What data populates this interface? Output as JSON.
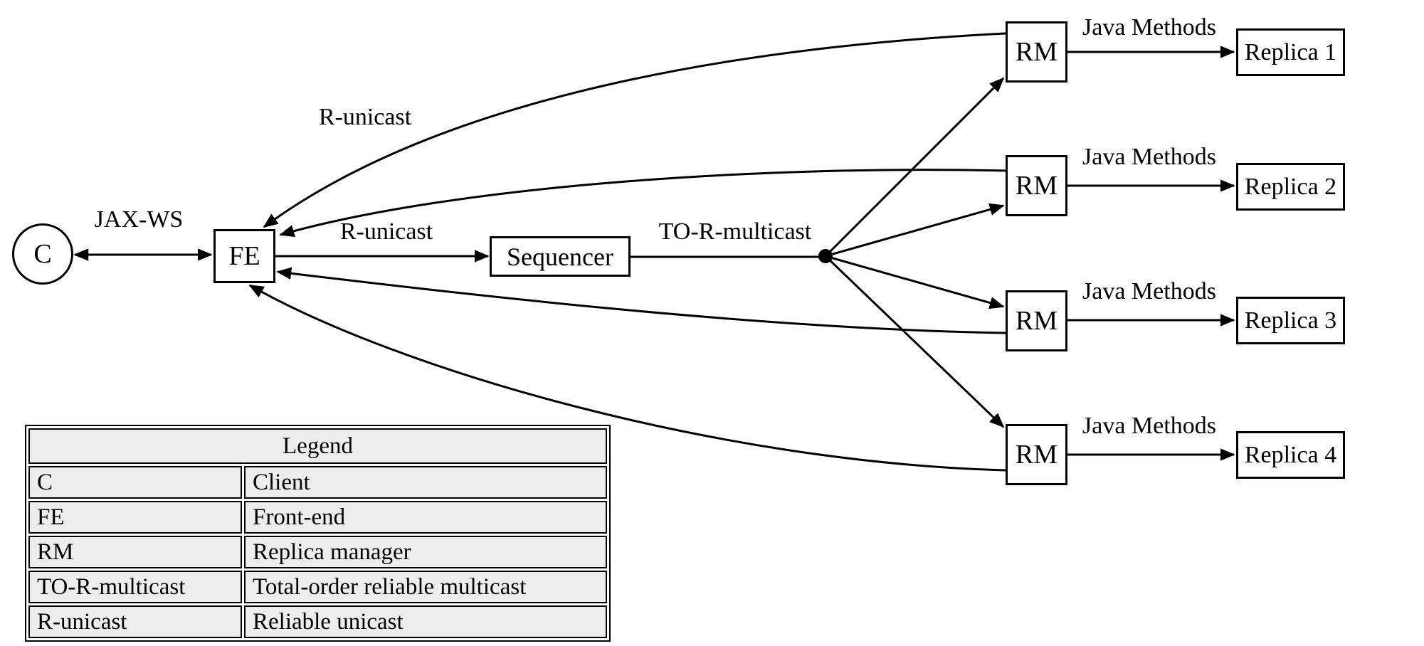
{
  "diagram": {
    "client": {
      "label": "C"
    },
    "frontend": {
      "label": "FE"
    },
    "sequencer": {
      "label": "Sequencer"
    },
    "replica_managers": [
      {
        "label": "RM"
      },
      {
        "label": "RM"
      },
      {
        "label": "RM"
      },
      {
        "label": "RM"
      }
    ],
    "replicas": [
      {
        "label": "Replica 1"
      },
      {
        "label": "Replica 2"
      },
      {
        "label": "Replica 3"
      },
      {
        "label": "Replica 4"
      }
    ],
    "edge_labels": {
      "jax_ws": "JAX-WS",
      "r_unicast_return": "R-unicast",
      "r_unicast_forward": "R-unicast",
      "to_r_multicast": "TO-R-multicast",
      "java_methods": "Java Methods"
    }
  },
  "legend": {
    "title": "Legend",
    "rows": [
      {
        "term": "C",
        "definition": "Client"
      },
      {
        "term": "FE",
        "definition": "Front-end"
      },
      {
        "term": "RM",
        "definition": "Replica manager"
      },
      {
        "term": "TO-R-multicast",
        "definition": "Total-order reliable multicast"
      },
      {
        "term": "R-unicast",
        "definition": "Reliable unicast"
      }
    ]
  },
  "colors": {
    "line": "#000000",
    "node_fill": "#ffffff",
    "legend_fill": "#ededed",
    "background": "#ffffff"
  }
}
